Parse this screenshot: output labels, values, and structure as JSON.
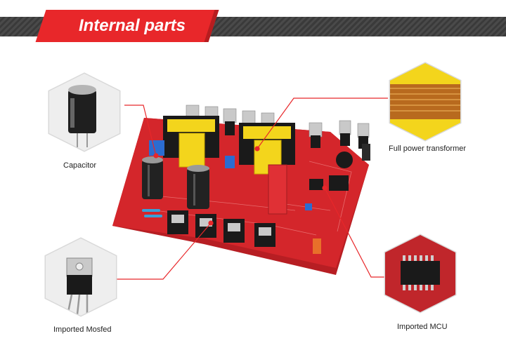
{
  "header": {
    "title": "Internal parts"
  },
  "callouts": {
    "capacitor": "Capacitor",
    "transformer": "Full power transformer",
    "mosfet": "Imported Mosfed",
    "mcu": "Imported MCU"
  },
  "colors": {
    "accent": "#e8272a",
    "board": "#d4262b",
    "transformer_yellow": "#f3d51c"
  }
}
